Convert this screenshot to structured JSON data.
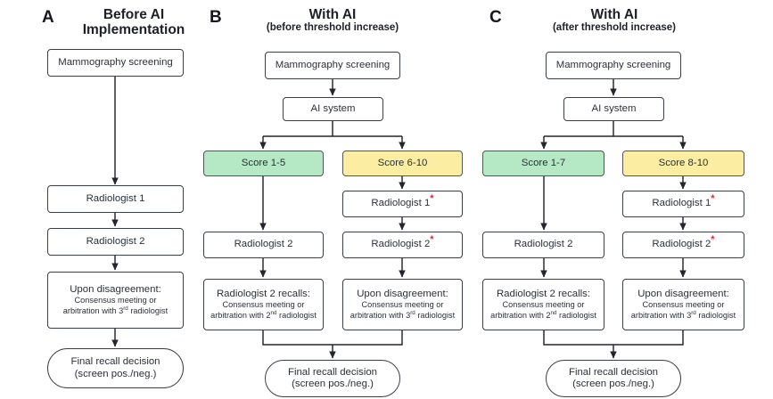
{
  "figure": {
    "type": "flowchart",
    "background": "#ffffff",
    "accent_green": "#b5e8c5",
    "accent_yellow": "#fbeda2",
    "asterisk_color": "#e8252a",
    "line_color": "#3a3f47"
  },
  "panels": [
    {
      "letter": "A",
      "title_main": "Before AI",
      "title_sub": "Implementation",
      "nodes": {
        "mammography": "Mammography screening",
        "radiologist1": "Radiologist 1",
        "radiologist2": "Radiologist 2",
        "disagreement_line1": "Upon disagreement:",
        "disagreement_line2": "Consensus meeting or",
        "disagreement_line3_a": "arbitration with 3",
        "disagreement_line3_sup": "rd",
        "disagreement_line3_b": " radiologist",
        "final_line1": "Final recall decision",
        "final_line2": "(screen pos./neg.)"
      }
    },
    {
      "letter": "B",
      "title_main": "With AI",
      "title_sub": "(before threshold increase)",
      "nodes": {
        "mammography": "Mammography screening",
        "ai_system": "AI system",
        "score_low": "Score 1-5",
        "score_high": "Score 6-10",
        "radiologist2_left": "Radiologist 2",
        "radiologist1_star": "Radiologist 1",
        "radiologist2_star": "Radiologist 2",
        "star_symbol": "*",
        "recalls_line1": "Radiologist 2 recalls:",
        "recalls_line2": "Consensus meeting or",
        "recalls_line3_a": "arbitration with 2",
        "recalls_line3_sup": "nd",
        "recalls_line3_b": " radiologist",
        "disagreement_line1": "Upon disagreement:",
        "disagreement_line2": "Consensus meeting or",
        "disagreement_line3_a": "arbitration with 3",
        "disagreement_line3_sup": "rd",
        "disagreement_line3_b": " radiologist",
        "final_line1": "Final recall decision",
        "final_line2": "(screen pos./neg.)"
      }
    },
    {
      "letter": "C",
      "title_main": "With AI",
      "title_sub": "(after threshold increase)",
      "nodes": {
        "mammography": "Mammography screening",
        "ai_system": "AI system",
        "score_low": "Score 1-7",
        "score_high": "Score 8-10",
        "radiologist2_left": "Radiologist 2",
        "radiologist1_star": "Radiologist 1",
        "radiologist2_star": "Radiologist 2",
        "star_symbol": "*",
        "recalls_line1": "Radiologist 2 recalls:",
        "recalls_line2": "Consensus meeting or",
        "recalls_line3_a": "arbitration with 2",
        "recalls_line3_sup": "nd",
        "recalls_line3_b": " radiologist",
        "disagreement_line1": "Upon disagreement:",
        "disagreement_line2": "Consensus meeting or",
        "disagreement_line3_a": "arbitration with 3",
        "disagreement_line3_sup": "rd",
        "disagreement_line3_b": " radiologist",
        "final_line1": "Final recall decision",
        "final_line2": "(screen pos./neg.)"
      }
    }
  ]
}
